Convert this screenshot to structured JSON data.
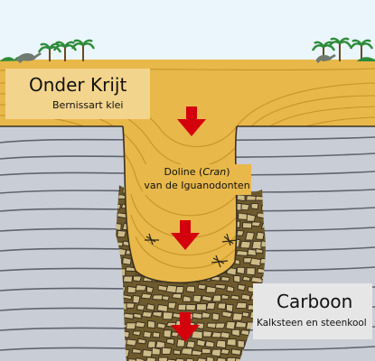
{
  "labels": {
    "upper_layer_title": "Onder Krijt",
    "upper_layer_subtitle": "Bernissart klei",
    "sinkhole_line1_prefix": "Doline (",
    "sinkhole_line1_italic": "Cran",
    "sinkhole_line1_suffix": ")",
    "sinkhole_line2": "van de Iguanodonten",
    "lower_layer_title": "Carboon",
    "lower_layer_subtitle": "Kalksteen en steenkool"
  },
  "colors": {
    "sky": "#eaf6fb",
    "clay": "#e8b84a",
    "clay_dark": "#c99326",
    "clay_label_box": "#f3d48c",
    "rock": "#c9cdd6",
    "rock_lines": "#5f6470",
    "rubble": "#6e5a2c",
    "arrow": "#d4000c",
    "label_box": "#e6e6e6",
    "vegetation": "#2e8b3a",
    "dinosaur": "#707a70"
  },
  "icons": [
    "palm-tree-icon",
    "dinosaur-icon",
    "down-arrow-icon",
    "fossil-skeleton-icon"
  ]
}
